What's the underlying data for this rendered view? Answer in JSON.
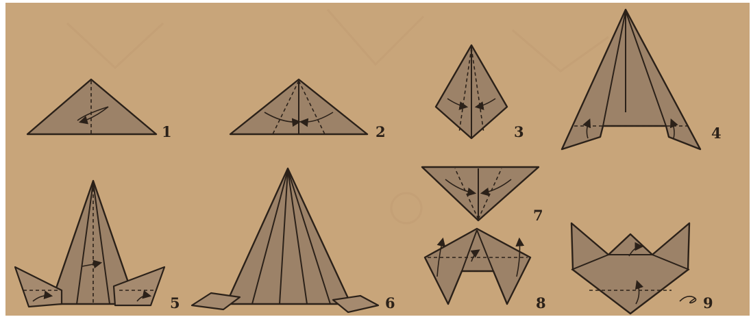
{
  "steps": [
    {
      "number": "1"
    },
    {
      "number": "2"
    },
    {
      "number": "3"
    },
    {
      "number": "4"
    },
    {
      "number": "5"
    },
    {
      "number": "6"
    },
    {
      "number": "7"
    },
    {
      "number": "8"
    },
    {
      "number": "9"
    }
  ],
  "colors": {
    "background": "#c8a57a",
    "paper": "#9c8268",
    "ink": "#2b2119"
  }
}
